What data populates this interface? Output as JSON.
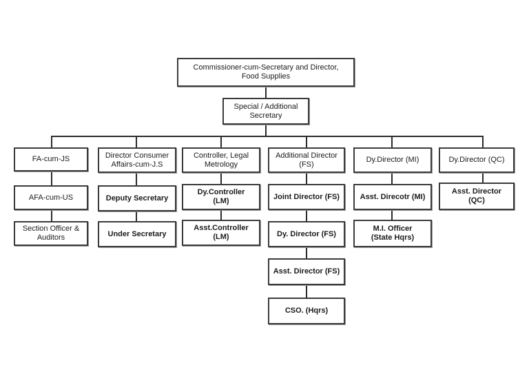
{
  "org_chart": {
    "root": "Commissioner-cum-Secretary and Director,\nFood Supplies",
    "secretary": "Special / Additional\nSecretary",
    "branches": [
      {
        "head": "FA-cum-JS",
        "subordinates": [
          "AFA-cum-US",
          "Section Officer &\nAuditors"
        ]
      },
      {
        "head": "Director Consumer\nAffairs-cum-J.S",
        "subordinates": [
          "Deputy Secretary",
          "Under Secretary"
        ]
      },
      {
        "head": "Controller, Legal\nMetrology",
        "subordinates": [
          "Dy.Controller\n(LM)",
          "Asst.Controller\n(LM)"
        ]
      },
      {
        "head": "Additional Director\n(FS)",
        "subordinates": [
          "Joint Director (FS)",
          "Dy. Director (FS)",
          "Asst. Director (FS)",
          "CSO. (Hqrs)"
        ]
      },
      {
        "head": "Dy.Director (MI)",
        "subordinates": [
          "Asst. Direcotr (MI)",
          "M.I. Officer\n(State Hqrs)"
        ]
      },
      {
        "head": "Dy.Director (QC)",
        "subordinates": [
          "Asst. Director\n(QC)"
        ]
      }
    ]
  }
}
